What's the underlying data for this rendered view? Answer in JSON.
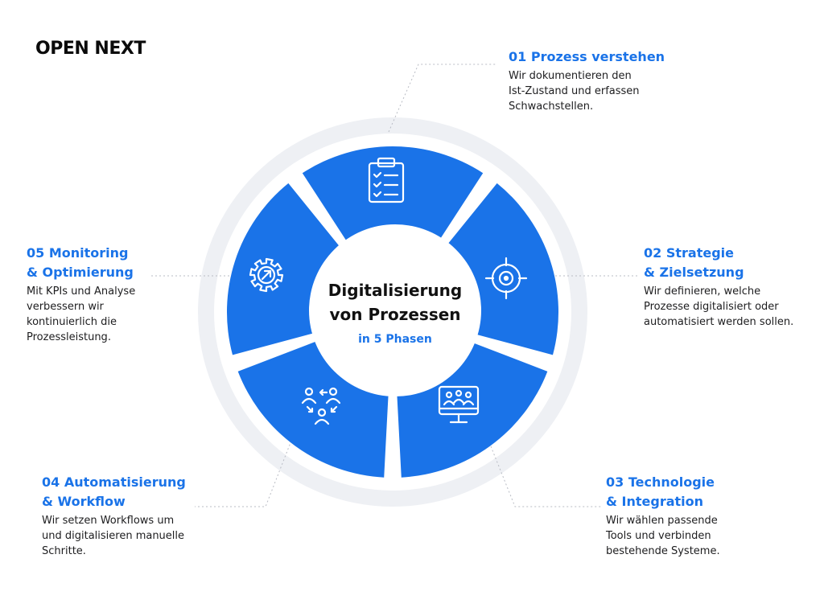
{
  "brand": {
    "logo_text": "OPEN NEXT"
  },
  "center": {
    "title": "Digitalisierung\nvon Prozessen",
    "subtitle": "in 5 Phasen"
  },
  "colors": {
    "accent": "#1a73e8",
    "segment": "#1a73e8",
    "ring": "#eef0f4",
    "text": "#1d1d1f"
  },
  "phases": [
    {
      "title": "01 Prozess verstehen",
      "description": "Wir dokumentieren den\nIst-Zustand und erfassen\nSchwachstellen.",
      "icon": "clipboard-checklist-icon"
    },
    {
      "title": "02 Strategie\n& Zielsetzung",
      "description": "Wir definieren, welche\nProzesse digitalisiert oder\nautomatisiert werden sollen.",
      "icon": "target-icon"
    },
    {
      "title": "03 Technologie\n& Integration",
      "description": "Wir wählen passende\nTools und verbinden\nbestehende Systeme.",
      "icon": "monitor-team-icon"
    },
    {
      "title": "04 Automatisierung\n& Workflow",
      "description": "Wir setzen Workflows um\nund digitalisieren manuelle\nSchritte.",
      "icon": "people-flow-icon"
    },
    {
      "title": "05 Monitoring\n& Optimierung",
      "description": "Mit KPIs und Analyse\nverbessern wir\nkontinuierlich die\nProzessleistung.",
      "icon": "gear-arrow-icon"
    }
  ]
}
